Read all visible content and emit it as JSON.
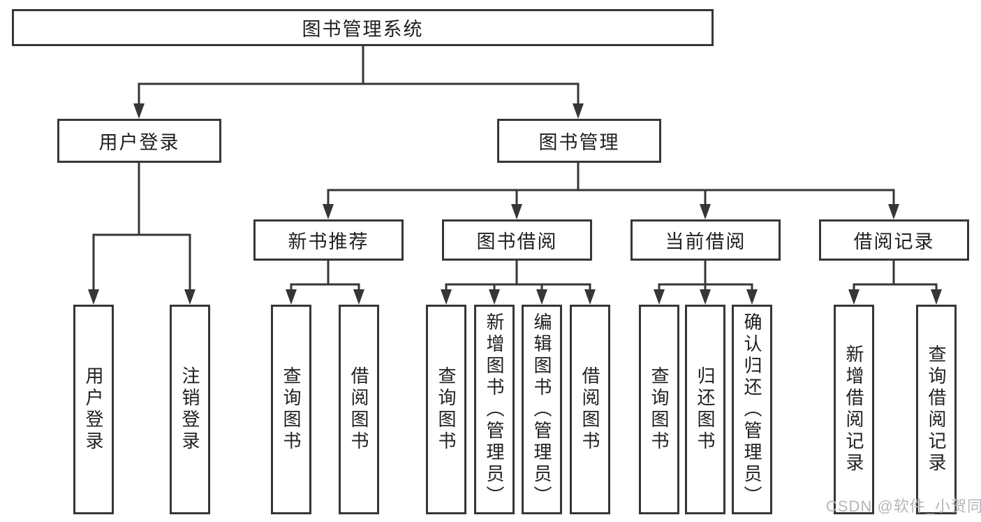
{
  "diagram": {
    "root": {
      "label": "图书管理系统"
    },
    "branches": {
      "user_login": {
        "label": "用户登录",
        "children": [
          "用户登录",
          "注销登录"
        ]
      },
      "book_management": {
        "label": "图书管理"
      }
    },
    "modules": [
      {
        "label": "新书推荐",
        "children": [
          "查询图书",
          "借阅图书"
        ]
      },
      {
        "label": "图书借阅",
        "children": [
          "查询图书",
          "新增图书（管理员）",
          "编辑图书（管理员）",
          "借阅图书"
        ]
      },
      {
        "label": "当前借阅",
        "children": [
          "查询图书",
          "归还图书",
          "确认归还（管理员）"
        ]
      },
      {
        "label": "借阅记录",
        "children": [
          "新增借阅记录",
          "查询借阅记录"
        ]
      }
    ]
  },
  "watermark": "CSDN @软件_小贺同学",
  "colors": {
    "line": "#363636",
    "text": "#1f1f1f",
    "watermark": "#b3b6ba",
    "background": "#ffffff"
  }
}
